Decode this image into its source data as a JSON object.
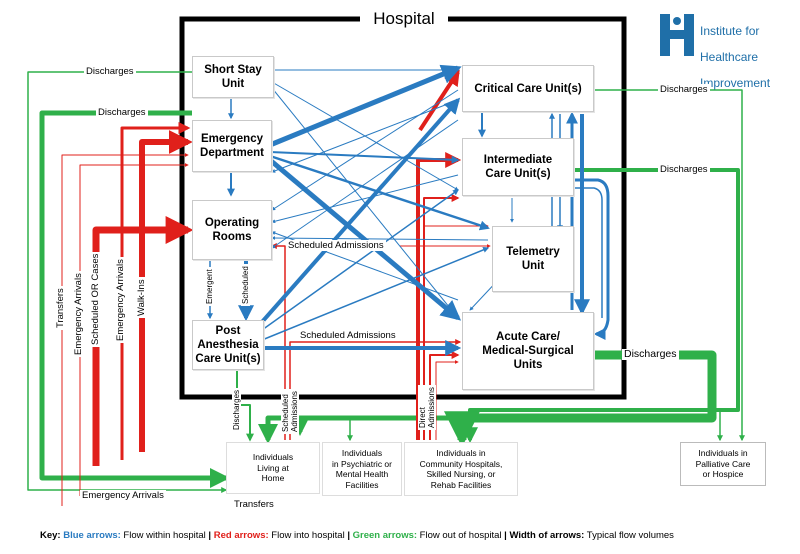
{
  "hospital_title": "Hospital",
  "logo": {
    "text_line1": "Institute for",
    "text_line2": "Healthcare",
    "text_line3": "Improvement",
    "color": "#1f6fa8"
  },
  "units": {
    "short_stay": "Short Stay\nUnit",
    "emergency": "Emergency\nDepartment",
    "operating": "Operating\nRooms",
    "pacu": "Post\nAnesthesia\nCare Unit(s)",
    "critical": "Critical Care Unit(s)",
    "intermediate": "Intermediate\nCare Unit(s)",
    "telemetry": "Telemetry\nUnit",
    "acute": "Acute Care/\nMedical-Surgical\nUnits"
  },
  "external": {
    "home": "Individuals\nLiving at\nHome",
    "psychiatric": "Individuals\nin Psychiatric or\nMental Health\nFacilities",
    "community": "Individuals in\nCommunity Hospitals,\nSkilled Nursing, or\nRehab Facilities",
    "palliative": "Individuals in\nPalliative Care\nor Hospice"
  },
  "flow_labels": {
    "discharges_top": "Discharges",
    "discharges_ed": "Discharges",
    "discharges_critical": "Discharges",
    "discharges_intermediate": "Discharges",
    "discharges_acute": "Discharges",
    "discharges_pacu": "Discharges",
    "scheduled_admissions_or": "Scheduled Admissions",
    "scheduled_admissions_pacu": "Scheduled Admissions",
    "scheduled_admissions_vertical": "Scheduled\nAdmissions",
    "direct_admissions": "Direct\nAdmissions",
    "transfers_left": "Transfers",
    "emergency_arrivals_left": "Emergency Arrivals",
    "scheduled_or_cases": "Scheduled OR Cases",
    "emergency_arrivals_inner": "Emergency Arrivals",
    "walk_ins": "Walk-Ins",
    "emergent": "Emergent",
    "scheduled": "Scheduled",
    "emergency_arrivals_bottom": "Emergency Arrivals",
    "transfers_bottom": "Transfers"
  },
  "key": {
    "prefix": "Key: ",
    "blue_label": "Blue arrows:",
    "blue_text": " Flow within hospital",
    "red_label": "Red arrows:",
    "red_text": " Flow into hospital",
    "green_label": "Green arrows:",
    "green_text": " Flow out of hospital",
    "width_label": "Width of arrows:",
    "width_text": " Typical flow volumes",
    "separator": "  |  "
  },
  "colors": {
    "blue": "#2a7bc1",
    "red": "#e0201b",
    "green": "#2fb04a",
    "border": "#000000"
  }
}
